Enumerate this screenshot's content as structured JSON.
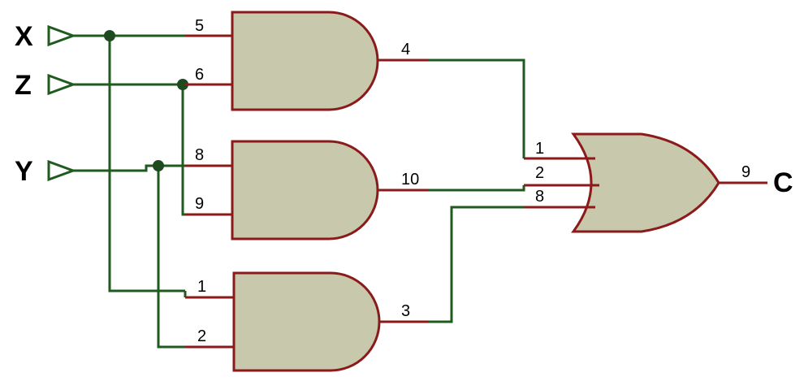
{
  "inputs": {
    "x": "X",
    "z": "Z",
    "y": "Y"
  },
  "output": {
    "c": "C"
  },
  "gate_and_top": {
    "in_a": "5",
    "in_b": "6",
    "out": "4"
  },
  "gate_and_mid": {
    "in_a": "8",
    "in_b": "9",
    "out": "10"
  },
  "gate_and_bot": {
    "in_a": "1",
    "in_b": "2",
    "out": "3"
  },
  "gate_or": {
    "in_a": "1",
    "in_b": "2",
    "in_c": "8",
    "out": "9"
  },
  "colors": {
    "wire": "#1f5a1f",
    "pin": "#8b1a1a",
    "gate_fill": "#c8c8ac",
    "junction": "#1f4a1f"
  }
}
